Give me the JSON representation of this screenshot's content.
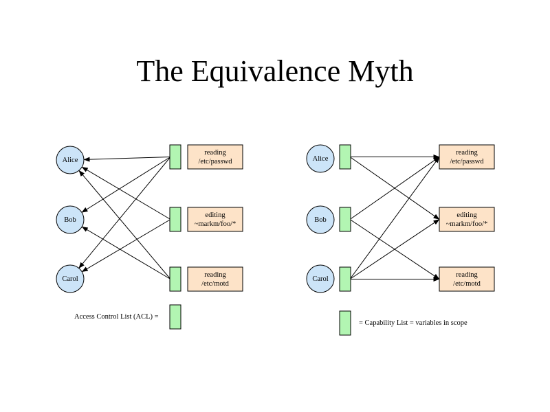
{
  "title": "The Equivalence Myth",
  "colors": {
    "subject_fill": "#cce4f8",
    "list_fill": "#b2f5b2",
    "resource_fill": "#fde3c8",
    "line": "#000000"
  },
  "subjects": [
    "Alice",
    "Bob",
    "Carol"
  ],
  "resources": [
    {
      "line1": "reading",
      "line2": "/etc/passwd"
    },
    {
      "line1": "editing",
      "line2": "~markm/foo/*"
    },
    {
      "line1": "reading",
      "line2": "/etc/motd"
    }
  ],
  "acl_diagram": {
    "legend": "Access Control List (ACL) =",
    "arrows": [
      {
        "from": "resource-0",
        "to": "Alice"
      },
      {
        "from": "resource-0",
        "to": "Bob"
      },
      {
        "from": "resource-0",
        "to": "Carol"
      },
      {
        "from": "resource-1",
        "to": "Alice"
      },
      {
        "from": "resource-1",
        "to": "Carol"
      },
      {
        "from": "resource-2",
        "to": "Alice"
      },
      {
        "from": "resource-2",
        "to": "Bob"
      }
    ]
  },
  "capability_diagram": {
    "legend": "= Capability List = variables in scope",
    "arrows": [
      {
        "from": "Alice",
        "to": "resource-0"
      },
      {
        "from": "Alice",
        "to": "resource-1"
      },
      {
        "from": "Bob",
        "to": "resource-0"
      },
      {
        "from": "Bob",
        "to": "resource-2"
      },
      {
        "from": "Carol",
        "to": "resource-0"
      },
      {
        "from": "Carol",
        "to": "resource-1"
      },
      {
        "from": "Carol",
        "to": "resource-2"
      }
    ]
  }
}
